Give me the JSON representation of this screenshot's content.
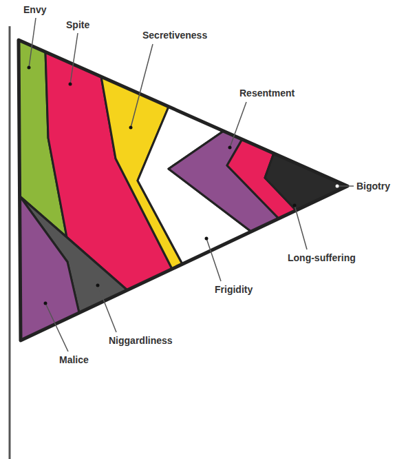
{
  "diagram": {
    "labels": [
      "Envy",
      "Spite",
      "Secretiveness",
      "Resentment",
      "Bigotry",
      "Long-suffering",
      "Frigidity",
      "Niggardliness",
      "Malice"
    ]
  }
}
